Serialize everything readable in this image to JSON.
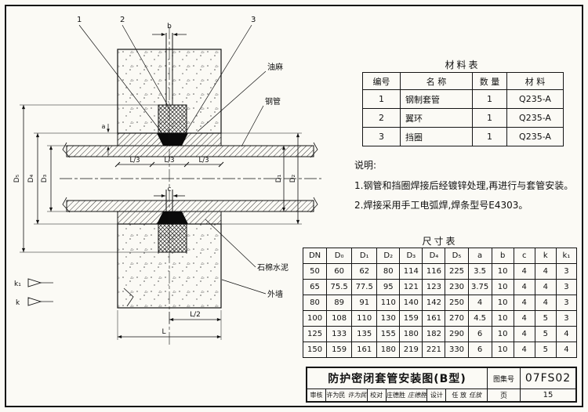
{
  "sheet": {
    "materials_table": {
      "title": "材料表",
      "headers": [
        "编号",
        "名 称",
        "数 量",
        "材 料"
      ],
      "rows": [
        [
          "1",
          "钢制套管",
          "1",
          "Q235-A"
        ],
        [
          "2",
          "翼环",
          "1",
          "Q235-A"
        ],
        [
          "3",
          "挡圈",
          "1",
          "Q235-A"
        ]
      ]
    },
    "notes": {
      "title": "说明:",
      "items": [
        "1.钢管和挡圈焊接后经镀锌处理,再进行与套管安装。",
        "2.焊接采用手工电弧焊,焊条型号E4303。"
      ]
    },
    "size_table": {
      "title": "尺寸表",
      "headers": [
        "DN",
        "D₀",
        "D₁",
        "D₂",
        "D₃",
        "D₄",
        "D₅",
        "a",
        "b",
        "c",
        "k",
        "k₁"
      ],
      "rows": [
        [
          "50",
          "60",
          "62",
          "80",
          "114",
          "116",
          "225",
          "3.5",
          "10",
          "4",
          "4",
          "3"
        ],
        [
          "65",
          "75.5",
          "77.5",
          "95",
          "121",
          "123",
          "230",
          "3.75",
          "10",
          "4",
          "4",
          "3"
        ],
        [
          "80",
          "89",
          "91",
          "110",
          "140",
          "142",
          "250",
          "4",
          "10",
          "4",
          "4",
          "3"
        ],
        [
          "100",
          "108",
          "110",
          "130",
          "159",
          "161",
          "270",
          "4.5",
          "10",
          "4",
          "5",
          "3"
        ],
        [
          "125",
          "133",
          "135",
          "155",
          "180",
          "182",
          "290",
          "6",
          "10",
          "4",
          "5",
          "4"
        ],
        [
          "150",
          "159",
          "161",
          "180",
          "219",
          "221",
          "330",
          "6",
          "10",
          "4",
          "5",
          "4"
        ]
      ]
    },
    "title_block": {
      "title": "防护密闭套管安装图(B型)",
      "atlas_label": "图集号",
      "atlas_no": "07FS02",
      "page_label": "页",
      "page_no": "15",
      "signers": [
        {
          "role": "审核",
          "name": "许为民",
          "signature": "许为民"
        },
        {
          "role": "校对",
          "name": "庄德胜",
          "signature": "庄德胜"
        },
        {
          "role": "设计",
          "name": "任 放",
          "signature": "任放"
        }
      ]
    },
    "drawing": {
      "callouts": {
        "c1": "1",
        "c2": "2",
        "c3": "3"
      },
      "labels": {
        "oakum": "油麻",
        "steel_pipe": "钢管",
        "asbestos_cement": "石棉水泥",
        "outer_wall": "外墙"
      },
      "dims": {
        "a": "a",
        "b": "b",
        "c": "c",
        "l3": "L/3",
        "l2": "L/2",
        "l": "L",
        "d1": "D₁",
        "d2": "D₂",
        "d3": "D₃",
        "d4": "D₄",
        "d5": "D₅",
        "k": "k",
        "k1": "k₁"
      }
    }
  }
}
